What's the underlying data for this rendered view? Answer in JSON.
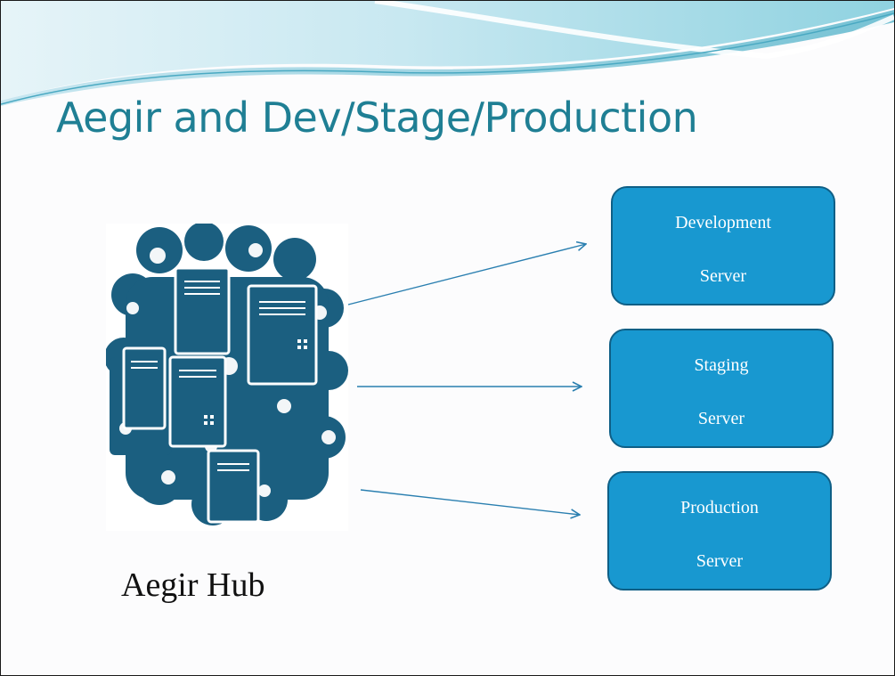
{
  "slide": {
    "title": "Aegir and Dev/Stage/Production",
    "hub": {
      "label": "Aegir Hub",
      "illustration": "server-cloud-illustration"
    },
    "servers": [
      {
        "line1": "Development",
        "line2": "Server"
      },
      {
        "line1": "Staging",
        "line2": "Server"
      },
      {
        "line1": "Production",
        "line2": "Server"
      }
    ],
    "colors": {
      "title": "#1f7f94",
      "box_fill": "#1898d0",
      "box_border": "#0f5f86",
      "arrow": "#2a7fb0",
      "illustration": "#1b5f80",
      "swoosh_light": "#cdeaf2",
      "swoosh_dark": "#6fc1d4"
    }
  }
}
